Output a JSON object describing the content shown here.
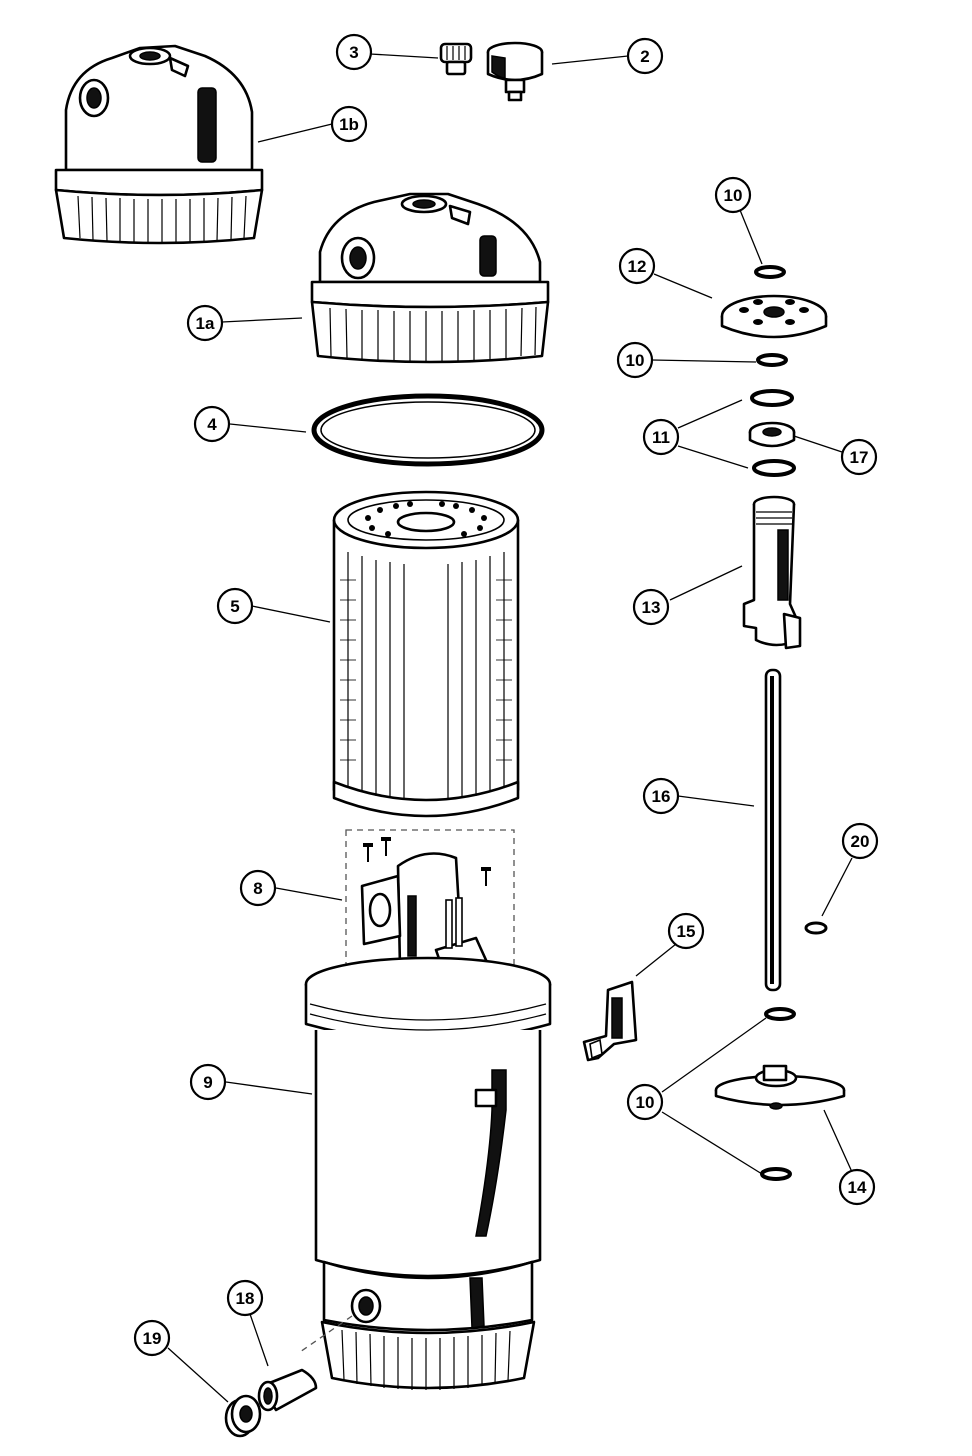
{
  "callouts": [
    {
      "id": "c-3",
      "label": "3"
    },
    {
      "id": "c-2",
      "label": "2"
    },
    {
      "id": "c-1b",
      "label": "1b"
    },
    {
      "id": "c-10-top",
      "label": "10"
    },
    {
      "id": "c-12",
      "label": "12"
    },
    {
      "id": "c-1a",
      "label": "1a"
    },
    {
      "id": "c-10-mid",
      "label": "10"
    },
    {
      "id": "c-4",
      "label": "4"
    },
    {
      "id": "c-11",
      "label": "11"
    },
    {
      "id": "c-17",
      "label": "17"
    },
    {
      "id": "c-5",
      "label": "5"
    },
    {
      "id": "c-13",
      "label": "13"
    },
    {
      "id": "c-16",
      "label": "16"
    },
    {
      "id": "c-20",
      "label": "20"
    },
    {
      "id": "c-8",
      "label": "8"
    },
    {
      "id": "c-15",
      "label": "15"
    },
    {
      "id": "c-9",
      "label": "9"
    },
    {
      "id": "c-10-bot",
      "label": "10"
    },
    {
      "id": "c-14",
      "label": "14"
    },
    {
      "id": "c-18",
      "label": "18"
    },
    {
      "id": "c-19",
      "label": "19"
    }
  ]
}
